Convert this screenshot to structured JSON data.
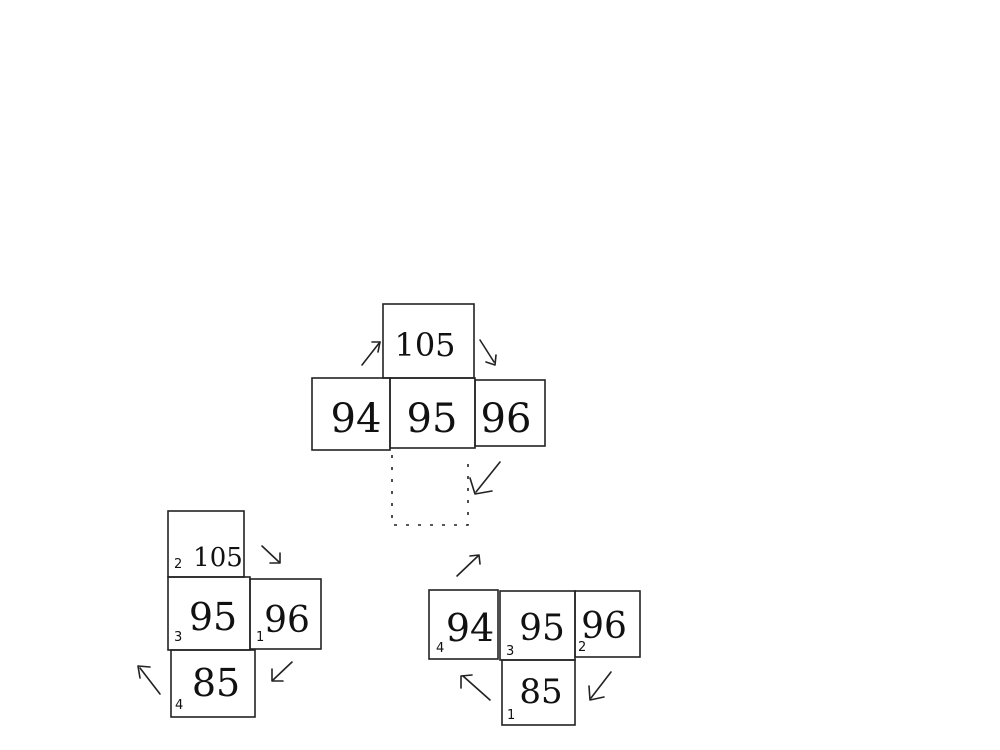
{
  "center_group": {
    "top": "105",
    "left": "94",
    "middle": "95",
    "right": "96"
  },
  "left_group": {
    "top": {
      "value": "105",
      "order": "2"
    },
    "middle": {
      "value": "95",
      "order": "3"
    },
    "right": {
      "value": "96",
      "order": "1"
    },
    "bottom": {
      "value": "85",
      "order": "4"
    }
  },
  "right_group": {
    "a": {
      "value": "94",
      "order": "4"
    },
    "b": {
      "value": "95",
      "order": "3"
    },
    "c": {
      "value": "96",
      "order": "2"
    },
    "bottom": {
      "value": "85",
      "order": "1"
    }
  }
}
